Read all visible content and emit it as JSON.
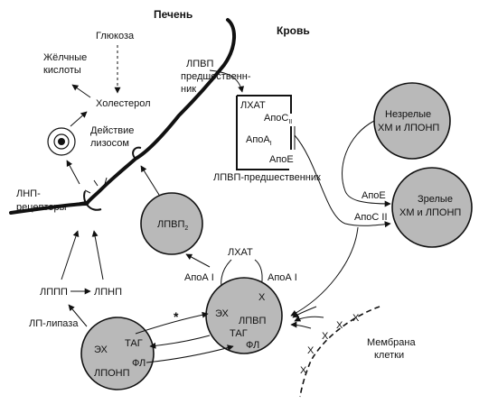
{
  "headers": {
    "liver": "Печень",
    "blood": "Кровь"
  },
  "labels": {
    "glucose": "Глюкоза",
    "bile_acids_1": "Жёлчные",
    "bile_acids_2": "кислоты",
    "cholesterol": "Холестерол",
    "lysosome_1": "Действие",
    "lysosome_2": "лизосом",
    "ldl_receptors_1": "ЛНП-",
    "ldl_receptors_2": "рецепторы",
    "hdl_precursor_top_1": "ЛПВП",
    "hdl_precursor_top_2": "предшественн-",
    "hdl_precursor_top_3": "ник",
    "hdl_precursor_bottom": "ЛПВП-предшественник",
    "lhat_box": "ЛХАТ",
    "apoc_box": "АпоС",
    "apoc_box_sub": "II",
    "apoa_box": "АпоА",
    "apoa_box_sub": "I",
    "apoe_box": "АпоЕ",
    "immature_1": "Незрелые",
    "immature_2": "ХМ и ЛПОНП",
    "mature_1": "Зрелые",
    "mature_2": "ХМ и ЛПОНП",
    "apoe_arrow": "АпоЕ",
    "apoc2_arrow": "АпоС II",
    "hdl2_main": "ЛПВП",
    "hdl2_sub": "2",
    "lhat_top": "ЛХАТ",
    "apoa1_left": "АпоА I",
    "apoa1_right": "АпоА I",
    "hdl_ec": "ЭХ",
    "hdl_x": "Х",
    "hdl_name": "ЛПВП",
    "hdl_tag": "ТАГ",
    "hdl_fl": "ФЛ",
    "lppp": "ЛППП",
    "lpnp": "ЛПНП",
    "lp_lipase": "ЛП-липаза",
    "asterisk": "*",
    "vldl_ec": "ЭХ",
    "vldl_tag": "ТАГ",
    "vldl_fl": "ФЛ",
    "vldl_name": "ЛПОНП",
    "membrane_1": "Мембрана",
    "membrane_2": "клетки",
    "membrane_x": "Х"
  }
}
